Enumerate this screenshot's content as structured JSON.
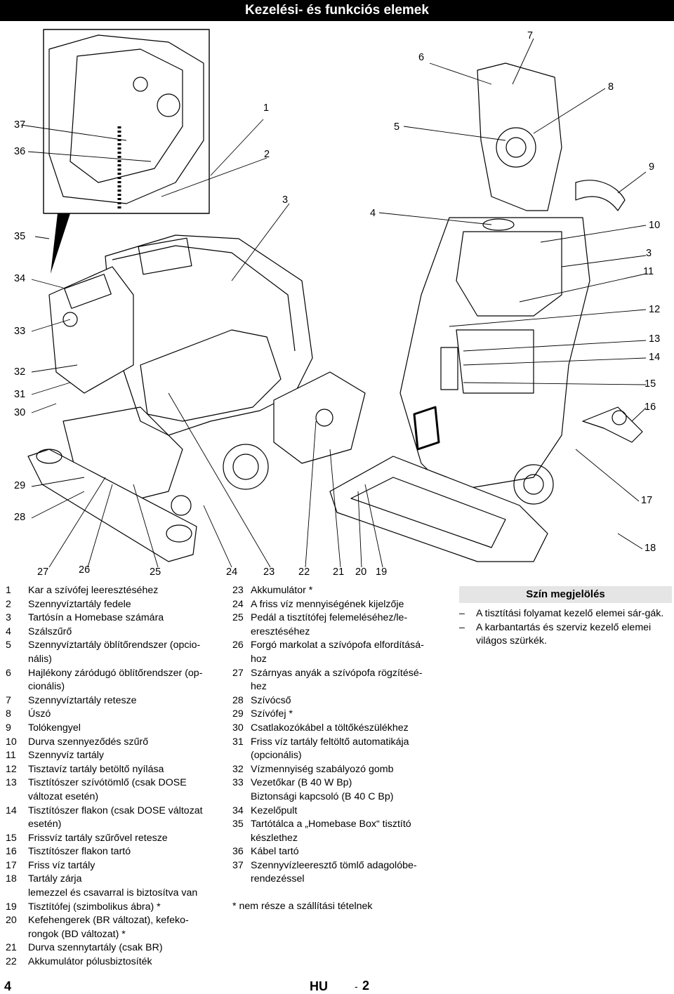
{
  "header": {
    "title": "Kezelési- és funkciós elemek"
  },
  "figure": {
    "callouts": [
      "1",
      "2",
      "3",
      "3",
      "4",
      "5",
      "6",
      "7",
      "8",
      "9",
      "10",
      "11",
      "12",
      "13",
      "14",
      "15",
      "16",
      "17",
      "18",
      "19",
      "20",
      "21",
      "22",
      "23",
      "24",
      "25",
      "26",
      "27",
      "28",
      "29",
      "30",
      "31",
      "32",
      "33",
      "34",
      "35",
      "36",
      "37"
    ]
  },
  "legend_left": [
    {
      "n": "1",
      "t": "Kar a szívófej leeresztéséhez"
    },
    {
      "n": "2",
      "t": "Szennyvíztartály fedele"
    },
    {
      "n": "3",
      "t": "Tartósín a Homebase számára"
    },
    {
      "n": "4",
      "t": "Szálszűrő"
    },
    {
      "n": "5",
      "t": "Szennyvíztartály öblítőrendszer (opcio-"
    },
    {
      "n": "",
      "t": "nális)"
    },
    {
      "n": "6",
      "t": "Hajlékony záródugó öblítőrendszer (op-"
    },
    {
      "n": "",
      "t": "cionális)"
    },
    {
      "n": "7",
      "t": "Szennyvíztartály retesze"
    },
    {
      "n": "8",
      "t": "Úszó"
    },
    {
      "n": "9",
      "t": "Tolókengyel"
    },
    {
      "n": "10",
      "t": "Durva szennyeződés szűrő"
    },
    {
      "n": "11",
      "t": "Szennyvíz tartály"
    },
    {
      "n": "12",
      "t": "Tisztavíz tartály betöltő nyílása"
    },
    {
      "n": "13",
      "t": "Tisztítószer szívótömlő (csak DOSE"
    },
    {
      "n": "",
      "t": "változat esetén)"
    },
    {
      "n": "14",
      "t": "Tisztítószer flakon (csak DOSE változat"
    },
    {
      "n": "",
      "t": "esetén)"
    },
    {
      "n": "15",
      "t": "Frissvíz tartály szűrővel retesze"
    },
    {
      "n": "16",
      "t": "Tisztítószer flakon tartó"
    },
    {
      "n": "17",
      "t": "Friss víz tartály"
    },
    {
      "n": "18",
      "t": "Tartály zárja"
    },
    {
      "n": "",
      "t": "lemezzel és csavarral is biztosítva van"
    },
    {
      "n": "19",
      "t": "Tisztítófej (szimbolikus ábra) *"
    },
    {
      "n": "20",
      "t": "Kefehengerek (BR változat), kefeko-"
    },
    {
      "n": "",
      "t": "rongok (BD változat) *"
    },
    {
      "n": "21",
      "t": "Durva szennytartály (csak BR)"
    },
    {
      "n": "22",
      "t": "Akkumulátor pólusbiztosíték"
    }
  ],
  "legend_mid": [
    {
      "n": "23",
      "t": "Akkumulátor *"
    },
    {
      "n": "24",
      "t": "A friss víz mennyiségének kijelzője"
    },
    {
      "n": "25",
      "t": "Pedál a tisztítófej felemeléséhez/le-"
    },
    {
      "n": "",
      "t": "eresztéséhez"
    },
    {
      "n": "26",
      "t": "Forgó markolat a szívópofa elfordításá-"
    },
    {
      "n": "",
      "t": "hoz"
    },
    {
      "n": "27",
      "t": "Szárnyas anyák a szívópofa rögzítésé-"
    },
    {
      "n": "",
      "t": "hez"
    },
    {
      "n": "28",
      "t": "Szívócső"
    },
    {
      "n": "29",
      "t": "Szívófej *"
    },
    {
      "n": "30",
      "t": "Csatlakozókábel a töltőkészülékhez"
    },
    {
      "n": "31",
      "t": "Friss víz tartály feltöltő automatikája"
    },
    {
      "n": "",
      "t": "(opcionális)"
    },
    {
      "n": "32",
      "t": "Vízmennyiség szabályozó gomb"
    },
    {
      "n": "33",
      "t": "Vezetőkar (B 40 W Bp)"
    },
    {
      "n": "",
      "t": "Biztonsági kapcsoló (B 40 C Bp)"
    },
    {
      "n": "34",
      "t": "Kezelőpult"
    },
    {
      "n": "35",
      "t": "Tartótálca a „Homebase Box“ tisztító"
    },
    {
      "n": "",
      "t": "készlethez"
    },
    {
      "n": "36",
      "t": "Kábel tartó"
    },
    {
      "n": "37",
      "t": "Szennyvízleeresztő tömlő adagolóbe-"
    },
    {
      "n": "",
      "t": "rendezéssel"
    }
  ],
  "legend_note": "* nem része a szállítási tételnek",
  "color_box": {
    "title": "Szín megjelölés",
    "items": [
      "A tisztítási folyamat kezelő elemei sár-gák.",
      "A karbantartás és szerviz kezelő elemei világos szürkék."
    ]
  },
  "footer": {
    "page": "4",
    "lang": "HU",
    "sub_dash": "-",
    "sub_num": "2"
  }
}
